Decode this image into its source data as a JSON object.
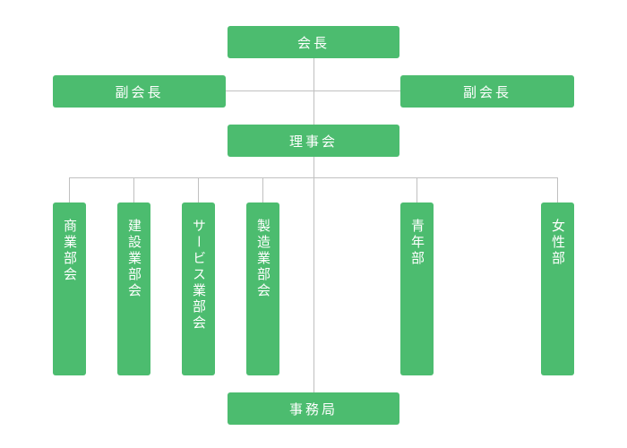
{
  "chart": {
    "president": "会長",
    "vice_president_left": "副会長",
    "vice_president_right": "副会長",
    "board": "理事会",
    "secretariat": "事務局",
    "divisions": {
      "commerce": "商業部会",
      "construction": "建設業部会",
      "service": "サービス業部会",
      "manufacturing": "製造業部会",
      "youth": "青年部",
      "women": "女性部"
    }
  },
  "colors": {
    "node_fill": "#4cbc6f",
    "node_text": "#ffffff",
    "connector": "#c0c0c0"
  }
}
